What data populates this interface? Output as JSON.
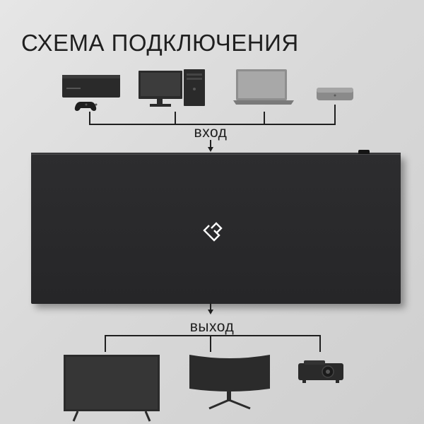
{
  "title": "СХЕМА ПОДКЛЮЧЕНИЯ",
  "input_label": "вход",
  "output_label": "выход",
  "sources": [
    {
      "icon": "game-console-icon"
    },
    {
      "icon": "desktop-pc-icon"
    },
    {
      "icon": "laptop-icon"
    },
    {
      "icon": "media-box-icon"
    }
  ],
  "outputs": [
    {
      "icon": "tv-icon"
    },
    {
      "icon": "curved-monitor-icon"
    },
    {
      "icon": "projector-icon"
    }
  ],
  "device": {
    "logo": "brand-logo-icon",
    "color": "#2b2b2d"
  },
  "colors": {
    "background": "#dcdcdc",
    "text": "#1f1f1f",
    "device": "#2b2b2d"
  }
}
